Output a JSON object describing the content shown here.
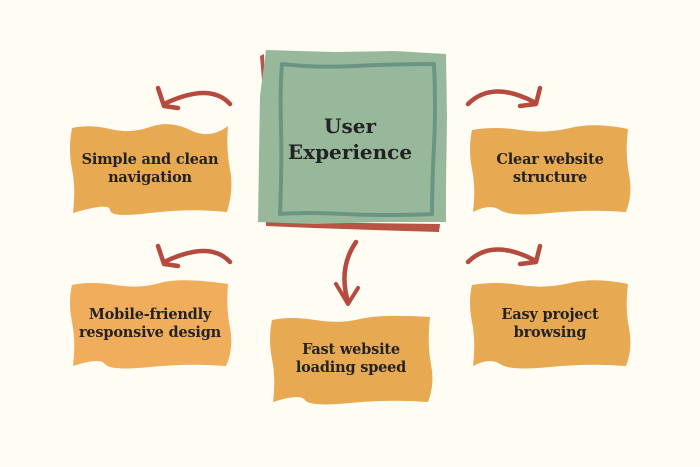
{
  "diagram": {
    "title": "User Experience",
    "center": {
      "line1": "User",
      "line2": "Experience"
    },
    "nodes": [
      {
        "id": "simple-navigation",
        "line1": "Simple and clean",
        "line2": "navigation"
      },
      {
        "id": "clear-structure",
        "line1": "Clear website",
        "line2": "structure"
      },
      {
        "id": "mobile-friendly",
        "line1": "Mobile-friendly",
        "line2": "responsive design"
      },
      {
        "id": "fast-loading",
        "line1": "Fast website",
        "line2": "loading speed"
      },
      {
        "id": "easy-browsing",
        "line1": "Easy project",
        "line2": "browsing"
      }
    ],
    "colors": {
      "background": "#fefcf3",
      "center_fill": "#98b89b",
      "center_border": "#6a9584",
      "center_shadow": "#b75443",
      "node_fill": "#e8a953",
      "node_fill_alt": "#f0ae5c",
      "arrow": "#b54a3e",
      "text": "#222222"
    }
  }
}
